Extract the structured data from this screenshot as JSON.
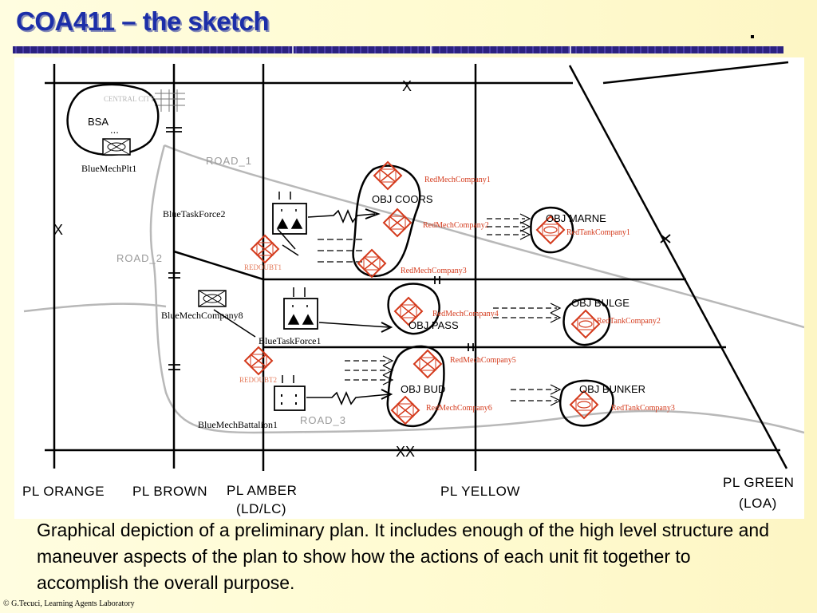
{
  "slide": {
    "title": "COA411 – the sketch",
    "caption": "Graphical depiction of a preliminary plan. It includes enough of the high level structure and maneuver aspects of the plan to show how the actions of each unit fit together to accomplish the overall purpose.",
    "footer": "© G.Tecuci, Learning Agents Laboratory"
  },
  "sketch": {
    "boundary_markers": {
      "top": "X",
      "left": "X",
      "bottom": "XX"
    },
    "phase_lines": {
      "orange": "PL ORANGE",
      "brown": "PL BROWN",
      "amber": "PL AMBER",
      "amber_sub": "(LD/LC)",
      "yellow": "PL YELLOW",
      "green": "PL GREEN",
      "green_sub": "(LOA)"
    },
    "roads": [
      "ROAD_1",
      "ROAD_2",
      "ROAD_3"
    ],
    "area_labels": {
      "bsa": "BSA",
      "central_city": "CENTRAL CITY"
    },
    "blue_units": {
      "mech_plt": "BlueMechPlt1",
      "task_force_2": "BlueTaskForce2",
      "mech_company_8": "BlueMechCompany8",
      "task_force_1": "BlueTaskForce1",
      "mech_battalion": "BlueMechBattalion1",
      "redoubt_1": "REDOUBT1",
      "redoubt_2": "REDOUBT2"
    },
    "objectives": {
      "coors": "OBJ COORS",
      "marne": "OBJ MARNE",
      "pass": "OBJ PASS",
      "bulge": "OBJ BULGE",
      "bud": "OBJ BUD",
      "bunker": "OBJ BUNKER"
    },
    "red_units": {
      "mech_1": "RedMechCompany1",
      "mech_2": "RedMechCompany2",
      "mech_3": "RedMechCompany3",
      "mech_4": "RedMechCompany4",
      "mech_5": "RedMechCompany5",
      "mech_6": "RedMechCompany6",
      "tank_1": "RedTankCompany1",
      "tank_2": "RedTankCompany2",
      "tank_3": "RedTankCompany3"
    },
    "colors": {
      "title": "#1c2ea8",
      "enemy": "#d43a1c",
      "road": "#b8b8b8",
      "line": "#000000"
    }
  }
}
